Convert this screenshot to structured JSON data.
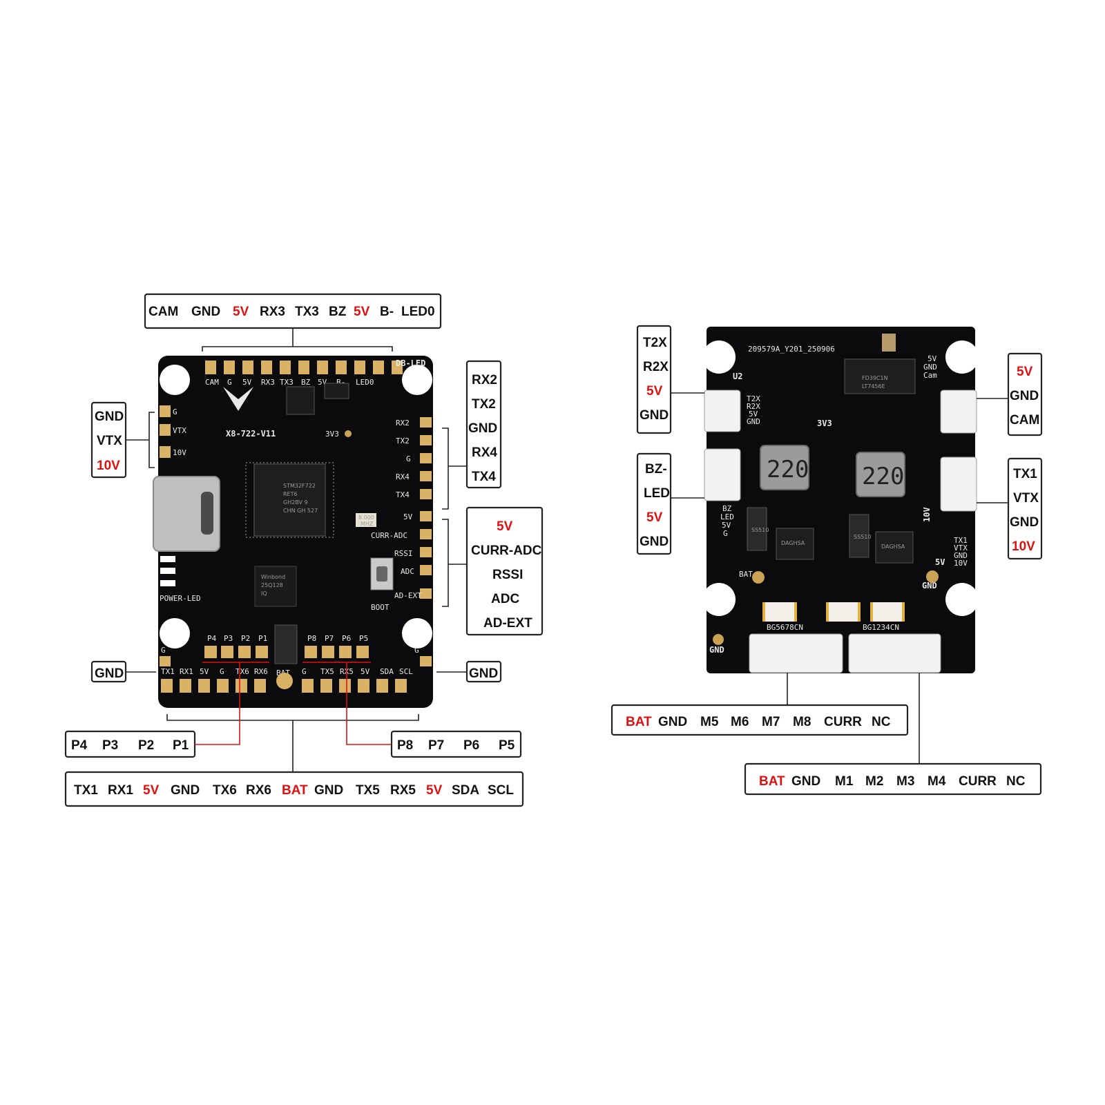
{
  "colors": {
    "label": "#111111",
    "power": "#e01010",
    "pcb": "#0b0b0d",
    "pad": "#d9b266",
    "silk": "#e8e8e8"
  },
  "fc": {
    "model_silk": "X8-722-V11",
    "ic_marks": [
      "STM32F722",
      "RET6",
      "GH2BV 9",
      "CHN GH 527"
    ],
    "flash_marks": [
      "Winbond",
      "25Q128",
      "IQ"
    ],
    "crystal_mark": [
      "8.000",
      "MHZ"
    ],
    "silk": {
      "top_pins": [
        "CAM",
        "G",
        "5V",
        "RX3",
        "TX3",
        "BZ",
        "5V",
        "B-",
        "LED0"
      ],
      "db_led": "DB-LED",
      "left_pins": [
        "G",
        "VTX",
        "10V"
      ],
      "right_uart": [
        "RX2",
        "TX2",
        "G",
        "RX4",
        "TX4"
      ],
      "right_analog": [
        "5V",
        "CURR-ADC",
        "RSSI",
        "ADC",
        "AD-EXT"
      ],
      "threev3": "3V3",
      "boot": "BOOT",
      "power_led": "POWER-LED",
      "pwm_left": [
        "P4",
        "P3",
        "P2",
        "P1"
      ],
      "pwm_right": [
        "P8",
        "P7",
        "P6",
        "P5"
      ],
      "g_left": "G",
      "g_right": "G",
      "bottom_left": [
        "TX1",
        "RX1",
        "5V",
        "G",
        "TX6",
        "RX6"
      ],
      "bat": "BAT",
      "bottom_right": [
        "G",
        "TX5",
        "RX5",
        "5V",
        "SDA",
        "SCL"
      ]
    },
    "callouts": {
      "top": [
        {
          "text": "CAM",
          "power": false
        },
        {
          "text": "GND",
          "power": false
        },
        {
          "text": "5V",
          "power": true
        },
        {
          "text": "RX3",
          "power": false
        },
        {
          "text": "TX3",
          "power": false
        },
        {
          "text": "BZ",
          "power": false
        },
        {
          "text": "5V",
          "power": true
        },
        {
          "text": "B-",
          "power": false
        },
        {
          "text": "LED0",
          "power": false
        }
      ],
      "left": [
        {
          "text": "GND",
          "power": false
        },
        {
          "text": "VTX",
          "power": false
        },
        {
          "text": "10V",
          "power": true
        }
      ],
      "right_uart": [
        {
          "text": "RX2",
          "power": false
        },
        {
          "text": "TX2",
          "power": false
        },
        {
          "text": "GND",
          "power": false
        },
        {
          "text": "RX4",
          "power": false
        },
        {
          "text": "TX4",
          "power": false
        }
      ],
      "right_analog": [
        {
          "text": "5V",
          "power": true
        },
        {
          "text": "CURR-ADC",
          "power": false
        },
        {
          "text": "RSSI",
          "power": false
        },
        {
          "text": "ADC",
          "power": false
        },
        {
          "text": "AD-EXT",
          "power": false
        }
      ],
      "gnd_left": "GND",
      "gnd_right": "GND",
      "pwm_left": [
        "P4",
        "P3",
        "P2",
        "P1"
      ],
      "pwm_right": [
        "P8",
        "P7",
        "P6",
        "P5"
      ],
      "bottom": [
        {
          "text": "TX1",
          "power": false
        },
        {
          "text": "RX1",
          "power": false
        },
        {
          "text": "5V",
          "power": true
        },
        {
          "text": "GND",
          "power": false
        },
        {
          "text": "TX6",
          "power": false
        },
        {
          "text": "RX6",
          "power": false
        },
        {
          "text": "BAT",
          "power": true
        },
        {
          "text": "GND",
          "power": false
        },
        {
          "text": "TX5",
          "power": false
        },
        {
          "text": "RX5",
          "power": false
        },
        {
          "text": "5V",
          "power": true
        },
        {
          "text": "SDA",
          "power": false
        },
        {
          "text": "SCL",
          "power": false
        }
      ]
    }
  },
  "pdb": {
    "code_silk": "209579A_Y201_250906",
    "inductor_marks": [
      "220",
      "220"
    ],
    "diode_mark": "SS510",
    "reg_mark": "DAGHSA",
    "driver_marks": [
      "FD39C1N",
      "LT7456E"
    ],
    "silk": {
      "u2": "U2",
      "left_conn1": [
        "T2X",
        "R2X",
        "5V",
        "GND"
      ],
      "left_conn2": [
        "BZ",
        "LED",
        "5V",
        "G"
      ],
      "right_conn1": [
        "5V",
        "GND",
        "Cam"
      ],
      "right_conn2": [
        "TX1",
        "VTX",
        "GND",
        "10V"
      ],
      "threev3": "3V3",
      "tenv": "10V",
      "fivev": "5V",
      "gnd_r": "GND",
      "gnd_l": "GND",
      "bat": "BAT",
      "conn_a": "BG5678CN",
      "conn_b": "BG1234CN"
    },
    "callouts": {
      "left1": [
        {
          "text": "T2X",
          "power": false
        },
        {
          "text": "R2X",
          "power": false
        },
        {
          "text": "5V",
          "power": true
        },
        {
          "text": "GND",
          "power": false
        }
      ],
      "left2": [
        {
          "text": "BZ-",
          "power": false
        },
        {
          "text": "LED",
          "power": false
        },
        {
          "text": "5V",
          "power": true
        },
        {
          "text": "GND",
          "power": false
        }
      ],
      "right1": [
        {
          "text": "5V",
          "power": true
        },
        {
          "text": "GND",
          "power": false
        },
        {
          "text": "CAM",
          "power": false
        }
      ],
      "right2": [
        {
          "text": "TX1",
          "power": false
        },
        {
          "text": "VTX",
          "power": false
        },
        {
          "text": "GND",
          "power": false
        },
        {
          "text": "10V",
          "power": true
        }
      ],
      "motors_a": [
        {
          "text": "BAT",
          "power": true
        },
        {
          "text": "GND",
          "power": false
        },
        {
          "text": "M5",
          "power": false
        },
        {
          "text": "M6",
          "power": false
        },
        {
          "text": "M7",
          "power": false
        },
        {
          "text": "M8",
          "power": false
        },
        {
          "text": "CURR",
          "power": false
        },
        {
          "text": "NC",
          "power": false
        }
      ],
      "motors_b": [
        {
          "text": "BAT",
          "power": true
        },
        {
          "text": "GND",
          "power": false
        },
        {
          "text": "M1",
          "power": false
        },
        {
          "text": "M2",
          "power": false
        },
        {
          "text": "M3",
          "power": false
        },
        {
          "text": "M4",
          "power": false
        },
        {
          "text": "CURR",
          "power": false
        },
        {
          "text": "NC",
          "power": false
        }
      ]
    }
  }
}
